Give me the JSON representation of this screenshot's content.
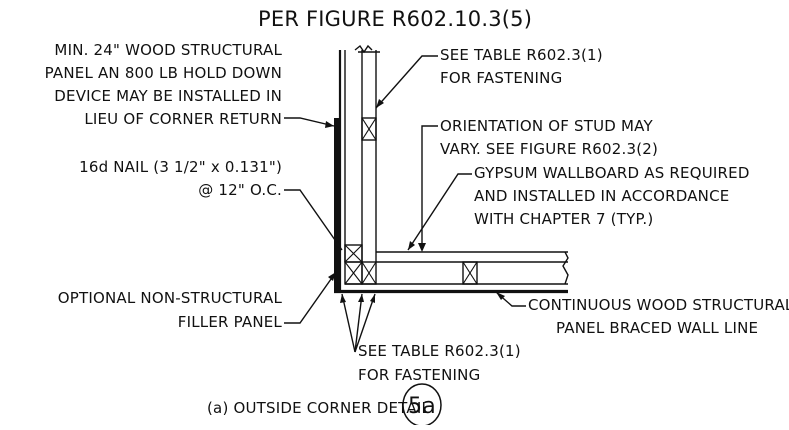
{
  "header": {
    "ref_text": "PER FIGURE R602.10.3(5)"
  },
  "labels": {
    "panel_note": [
      "MIN. 24\" WOOD STRUCTURAL",
      "PANEL AN 800 LB HOLD DOWN",
      "DEVICE MAY BE INSTALLED IN",
      "LIEU OF CORNER RETURN"
    ],
    "nail_note": [
      "16d NAIL (3 1/2\" x 0.131\")",
      "@ 12\" O.C."
    ],
    "filler_note": [
      "OPTIONAL NON-STRUCTURAL",
      "FILLER PANEL"
    ],
    "table_top": [
      "SEE TABLE R602.3(1)",
      "FOR FASTENING"
    ],
    "stud_note": [
      "ORIENTATION OF STUD MAY",
      "VARY. SEE FIGURE R602.3(2)"
    ],
    "gypsum_note": [
      "GYPSUM WALLBOARD AS REQUIRED",
      "AND INSTALLED IN ACCORDANCE",
      "WITH CHAPTER 7 (TYP.)"
    ],
    "wall_note": [
      "CONTINUOUS WOOD STRUCTURAL",
      "PANEL BRACED WALL LINE"
    ],
    "table_bottom": [
      "SEE TABLE R602.3(1)",
      "FOR FASTENING"
    ]
  },
  "detail": {
    "caption": "(a) OUTSIDE CORNER DETAIL",
    "callout": "5a"
  }
}
